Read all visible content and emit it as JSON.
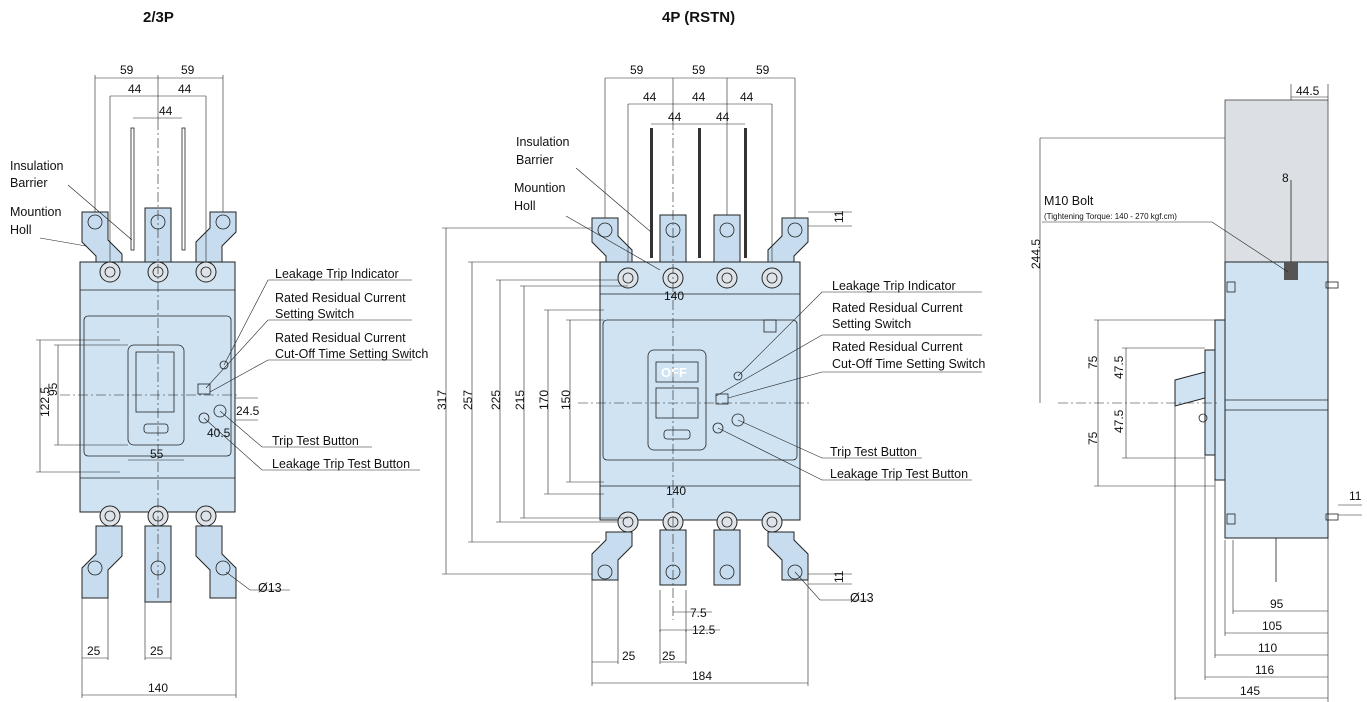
{
  "titles": {
    "view_3p": "2/3P",
    "view_4p": "4P (RSTN)"
  },
  "labels_3p": {
    "insulation": "Insulation",
    "barrier": "Barrier",
    "mountion": "Mountion",
    "holl": "Holl",
    "leakage_trip_indicator": "Leakage Trip Indicator",
    "rated_residual_1": "Rated Residual Current",
    "rated_residual_2": "Setting Switch",
    "cutoff_1": "Rated Residual Current",
    "cutoff_2": "Cut-Off Time Setting Switch",
    "trip_test": "Trip Test Button",
    "leakage_test": "Leakage Trip Test Button",
    "hole": "Ø13"
  },
  "labels_4p": {
    "insulation": "Insulation",
    "barrier": "Barrier",
    "mountion": "Mountion",
    "holl": "Holl",
    "leakage_trip_indicator": "Leakage Trip Indicator",
    "rated_residual_1": "Rated Residual Current",
    "rated_residual_2": "Setting Switch",
    "cutoff_1": "Rated Residual Current",
    "cutoff_2": "Cut-Off Time Setting Switch",
    "trip_test": "Trip Test Button",
    "leakage_test": "Leakage Trip Test Button",
    "hole": "Ø13",
    "off": "OFF"
  },
  "labels_side": {
    "bolt": "M10 Bolt",
    "torque": "(Tightening Torque: 140 - 270 kgf.cm)"
  },
  "dims_3p": {
    "top_59_a": "59",
    "top_59_b": "59",
    "top_44_a": "44",
    "top_44_b": "44",
    "top_44_c": "44",
    "h_1225": "122.5",
    "h_95": "95",
    "h_245": "24.5",
    "h_405": "40.5",
    "w_55": "55",
    "bot_25_a": "25",
    "bot_25_b": "25",
    "w_140": "140"
  },
  "dims_4p": {
    "top_59_a": "59",
    "top_59_b": "59",
    "top_59_c": "59",
    "top_44_a": "44",
    "top_44_b": "44",
    "top_44_c": "44",
    "top_44_d": "44",
    "top_44_e": "44",
    "h_317": "317",
    "h_257": "257",
    "h_225": "225",
    "h_215": "215",
    "h_170": "170",
    "h_150": "150",
    "w_140_top": "140",
    "w_140_bot": "140",
    "h_11_top": "11",
    "h_11_bot": "11",
    "d_75": "7.5",
    "d_125": "12.5",
    "bot_25_a": "25",
    "bot_25_b": "25",
    "w_184": "184"
  },
  "dims_side": {
    "w_445": "44.5",
    "h_2445": "244.5",
    "d_8": "8",
    "h_75_a": "75",
    "h_475_a": "47.5",
    "h_475_b": "47.5",
    "h_75_b": "75",
    "d_11": "11",
    "w_95": "95",
    "w_105": "105",
    "w_110": "110",
    "w_116": "116",
    "w_145": "145"
  },
  "colors": {
    "body": "#cfe3f3",
    "terminal": "#dde3e8",
    "line": "#222222"
  }
}
